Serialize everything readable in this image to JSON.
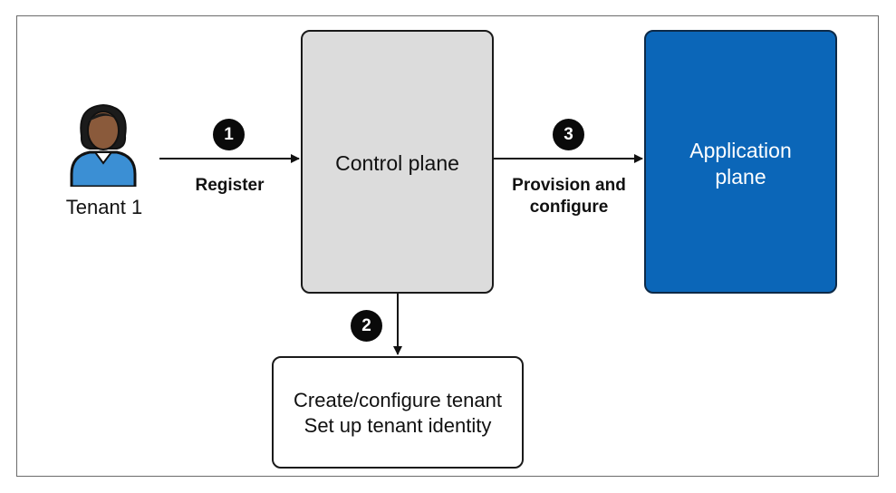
{
  "actor": {
    "label": "Tenant 1",
    "icon": "person-icon"
  },
  "steps": [
    {
      "number": "1",
      "label": "Register"
    },
    {
      "number": "2",
      "label": ""
    },
    {
      "number": "3",
      "label": "Provision and configure"
    }
  ],
  "boxes": {
    "control_plane": "Control plane",
    "application_plane": "Application plane",
    "tenant_setup": "Create/configure tenant\nSet up tenant identity"
  },
  "colors": {
    "application_plane": "#0b66b8",
    "control_plane": "#dcdcdc",
    "badge": "#0a0a0a"
  }
}
